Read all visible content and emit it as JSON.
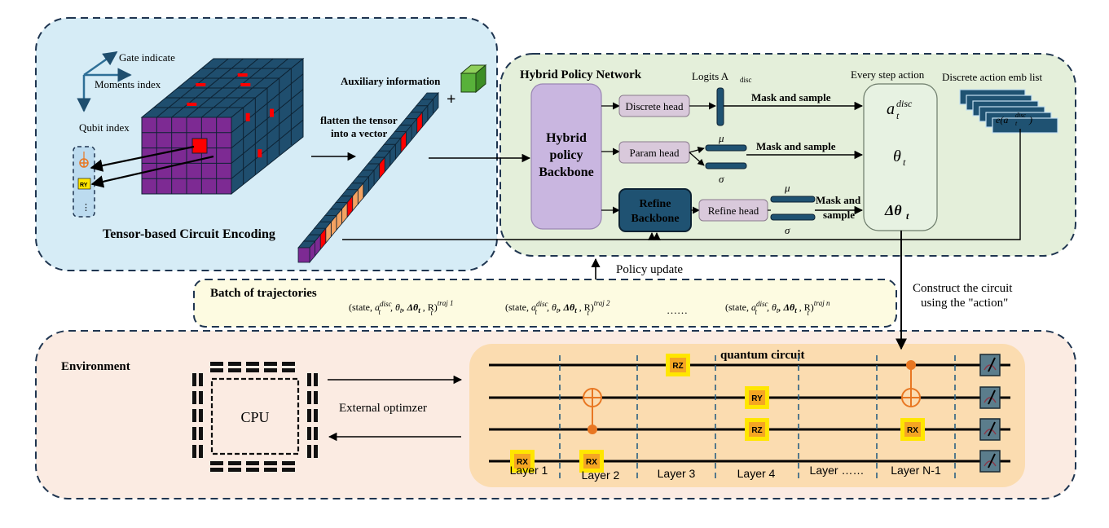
{
  "encoding": {
    "title": "Tensor-based Circuit Encoding",
    "axis_gate": "Gate indicate",
    "axis_moments": "Moments index",
    "axis_qubit": "Qubit index",
    "flatten_label_1": "flatten the tensor",
    "flatten_label_2": "into a vector",
    "aux_label": "Auxiliary information",
    "plus": "+",
    "mini_gate": "RY",
    "mini_dots": "⋮"
  },
  "policy": {
    "title": "Hybrid Policy Network",
    "backbone_1": "Hybrid",
    "backbone_2": "policy",
    "backbone_3": "Backbone",
    "discrete_head": "Discrete head",
    "param_head": "Param head",
    "refine_backbone_1": "Refine",
    "refine_backbone_2": "Backbone",
    "refine_head": "Refine head",
    "logits_label": "Logits A",
    "logits_sub": "disc",
    "mask_sample_1": "Mask and sample",
    "mask_sample_2": "Mask and sample",
    "mask_sample_3a": "Mask and",
    "mask_sample_3b": "sample",
    "mu1": "μ",
    "sigma1": "σ",
    "mu2": "μ",
    "sigma2": "σ",
    "every_step": "Every step action",
    "act_a": "a",
    "act_a_sup": "disc",
    "act_a_sub": "t",
    "act_theta": "θ",
    "act_theta_sub": "t",
    "act_dtheta": "Δθ",
    "act_dtheta_sub": "t",
    "emb_list_label": "Discrete action emb list",
    "emb_item": "e(a",
    "emb_item_sup": "disc",
    "emb_item_sub": "t",
    "emb_item_close": ")"
  },
  "policy_update": "Policy update",
  "construct_1": "Construct the circuit",
  "construct_2": "using the \"action\"",
  "batch": {
    "title": "Batch of trajectories",
    "traj_1_sup": "traj 1",
    "traj_2_sup": "traj 2",
    "traj_n_sup": "traj n",
    "ellipsis": "……",
    "tuple_open": "(state, ",
    "tuple_a": "a",
    "tuple_a_sup": "disc",
    "tuple_a_sub": "t",
    "tuple_theta": ", θ",
    "tuple_theta_sub": "t",
    "tuple_dtheta": ", Δθ",
    "tuple_dtheta_sub": "t",
    "tuple_close": " , R)",
    "tuple_close_sub": "t"
  },
  "environment": {
    "title": "Environment",
    "cpu": "CPU",
    "optimizer": "External optimzer",
    "circuit_title": "quantum circuit",
    "layers": [
      "Layer 1",
      "Layer 2",
      "Layer 3",
      "Layer 4",
      "Layer ……",
      "Layer N-1"
    ],
    "gates": [
      "RX",
      "RX",
      "RZ",
      "RY",
      "RZ",
      "RX"
    ]
  },
  "colors": {
    "encoding_bg": "#d6ecf6",
    "policy_bg": "#e4efda",
    "batch_bg": "#fdfbe1",
    "env_bg": "#fbebe2",
    "circuit_bg": "#fbdcb0",
    "cube_purple": "#7d2a93",
    "cube_red": "#ff0000",
    "cube_navy": "#1f4e6e",
    "head_fill": "#d9c9db",
    "backbone_fill": "#c9b6e0",
    "refine_fill": "#1f5272",
    "gate_yellow": "#ffe600",
    "gate_orange": "#f5a623",
    "control_orange": "#e87722"
  }
}
